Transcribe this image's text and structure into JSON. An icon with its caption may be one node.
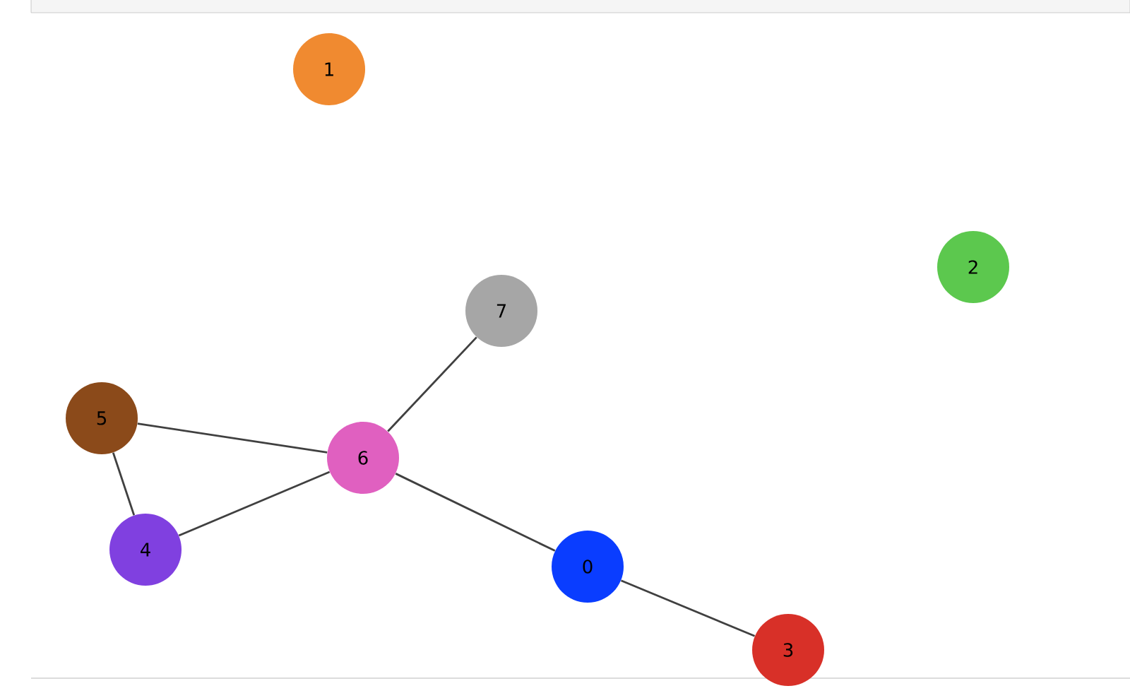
{
  "diagram": {
    "nodes": [
      {
        "text": [
          "0"
        ]
      },
      {
        "text": [
          "1"
        ]
      },
      {
        "text": [
          "2"
        ]
      },
      {
        "text": [
          "3"
        ]
      },
      {
        "text": [
          "4"
        ]
      },
      {
        "text": [
          "5"
        ]
      },
      {
        "text": [
          "6"
        ]
      },
      {
        "text": [
          "7"
        ]
      }
    ],
    "edges": [
      {
        "from": 6,
        "to": 7,
        "arrow": "none"
      },
      {
        "from": 5,
        "to": 6,
        "arrow": "none"
      },
      {
        "from": 5,
        "to": 4,
        "arrow": "none"
      },
      {
        "from": 4,
        "to": 6,
        "arrow": "none"
      },
      {
        "from": 6,
        "to": 0,
        "arrow": "none"
      },
      {
        "from": 0,
        "to": 3,
        "arrow": "none"
      }
    ]
  }
}
